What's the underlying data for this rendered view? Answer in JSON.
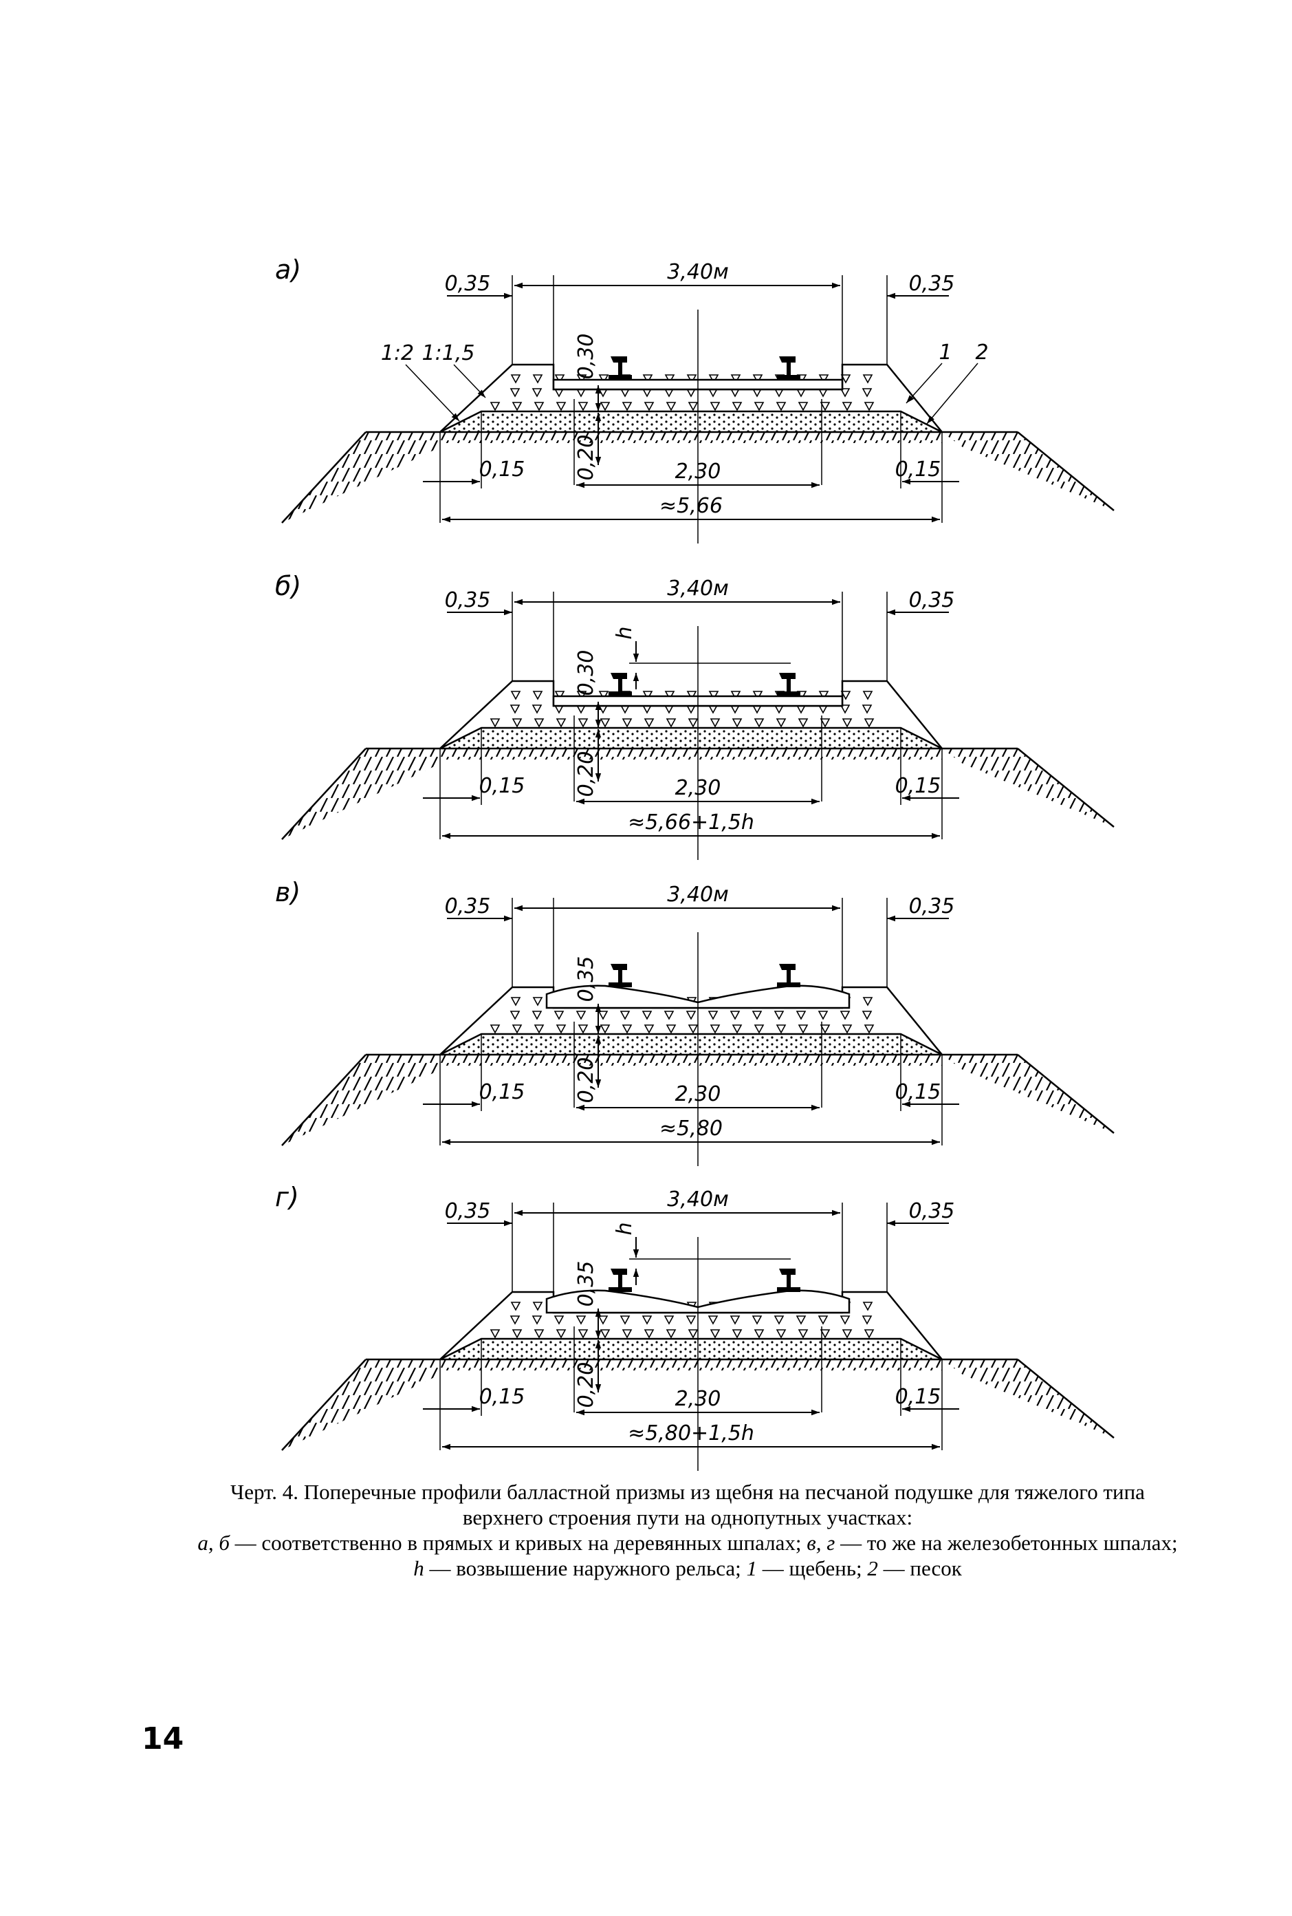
{
  "figure": {
    "panels": [
      {
        "label": "а)",
        "top_width": "3,40м",
        "shoulder_left": "0,35",
        "shoulder_right": "0,35",
        "ballast_depth": "0,30",
        "sand_depth": "0,20",
        "sand_shoulder_left": "0,15",
        "sand_shoulder_right": "0,15",
        "core_width": "2,30",
        "base_width": "≈5,66",
        "has_h": false,
        "concrete": false,
        "slopes": [
          "1:2",
          "1:1,5"
        ],
        "markers": [
          "1",
          "2"
        ]
      },
      {
        "label": "б)",
        "top_width": "3,40м",
        "shoulder_left": "0,35",
        "shoulder_right": "0,35",
        "ballast_depth": "0,30",
        "sand_depth": "0,20",
        "sand_shoulder_left": "0,15",
        "sand_shoulder_right": "0,15",
        "core_width": "2,30",
        "base_width": "≈5,66+1,5h",
        "has_h": true,
        "h_label": "h",
        "concrete": false
      },
      {
        "label": "в)",
        "top_width": "3,40м",
        "shoulder_left": "0,35",
        "shoulder_right": "0,35",
        "ballast_depth": "0,35",
        "sand_depth": "0,20",
        "sand_shoulder_left": "0,15",
        "sand_shoulder_right": "0,15",
        "core_width": "2,30",
        "base_width": "≈5,80",
        "has_h": false,
        "concrete": true
      },
      {
        "label": "г)",
        "top_width": "3,40м",
        "shoulder_left": "0,35",
        "shoulder_right": "0,35",
        "ballast_depth": "0,35",
        "sand_depth": "0,20",
        "sand_shoulder_left": "0,15",
        "sand_shoulder_right": "0,15",
        "core_width": "2,30",
        "base_width": "≈5,80+1,5h",
        "has_h": true,
        "h_label": "h",
        "concrete": true
      }
    ]
  },
  "caption": {
    "title_prefix": "Черт. 4.",
    "title_text": "Поперечные профили балластной призмы из щебня на песчаной подушке для тяжелого типа верхнего строения пути на однопутных участках:",
    "legend_ab": "а, б",
    "legend_ab_text": "— соответственно в прямых и кривых на деревянных шпалах;",
    "legend_vg": "в, г",
    "legend_vg_text": "— то же на железобетонных шпалах;",
    "legend_h": "h",
    "legend_h_text": "— возвышение наружного рельса;",
    "legend_1": "1",
    "legend_1_text": "— щебень;",
    "legend_2": "2",
    "legend_2_text": "— песок"
  },
  "page_number": "14"
}
